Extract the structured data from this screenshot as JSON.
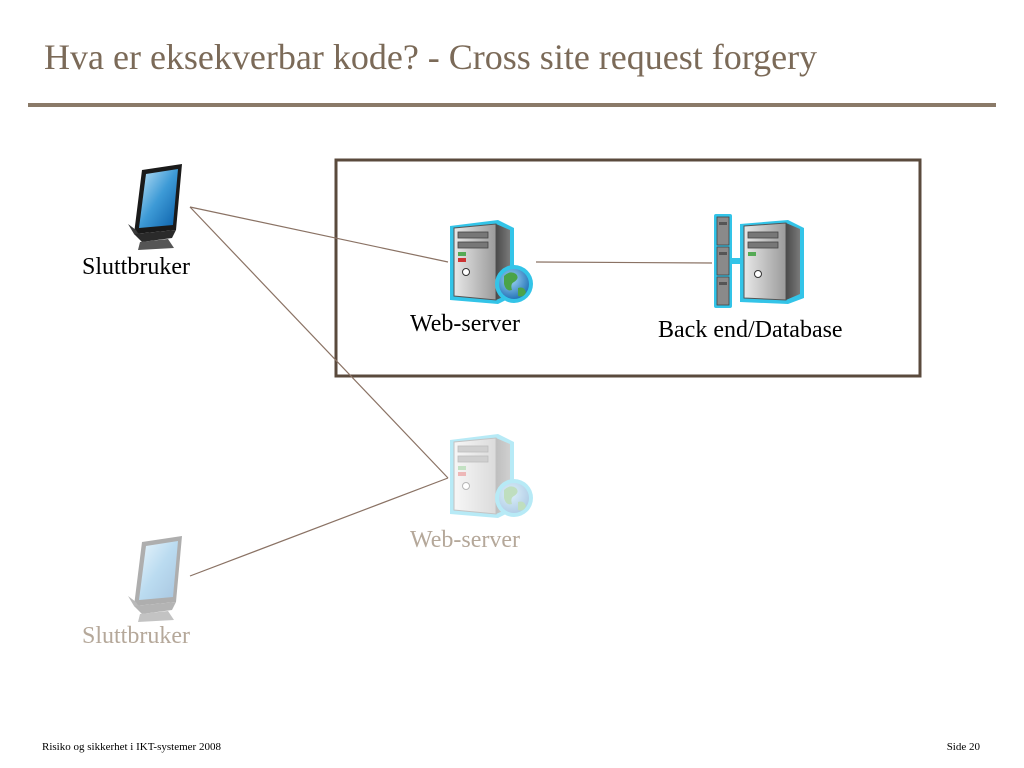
{
  "slide": {
    "title": "Hva er eksekverbar kode? - Cross site request forgery",
    "footer_left": "Risiko og sikkerhet i IKT-systemer 2008",
    "footer_right": "Side 20"
  },
  "diagram": {
    "nodes": [
      {
        "id": "user1",
        "label": "Sluttbruker",
        "icon": "monitor-icon",
        "faded": false
      },
      {
        "id": "web1",
        "label": "Web-server",
        "icon": "server-globe-icon",
        "faded": false
      },
      {
        "id": "db",
        "label": "Back end/Database",
        "icon": "database-server-icon",
        "faded": false
      },
      {
        "id": "web2",
        "label": "Web-server",
        "icon": "server-globe-icon",
        "faded": true
      },
      {
        "id": "user2",
        "label": "Sluttbruker",
        "icon": "monitor-icon",
        "faded": true
      }
    ],
    "edges": [
      {
        "from": "user1",
        "to": "web1"
      },
      {
        "from": "user1",
        "to": "web2"
      },
      {
        "from": "user2",
        "to": "web2"
      },
      {
        "from": "web1",
        "to": "db"
      }
    ],
    "colors": {
      "title": "#7b6a58",
      "rule": "#8a7a68",
      "edge": "#8a7264",
      "box": "#5a4a3c",
      "faded_label": "#b5a89a"
    }
  }
}
